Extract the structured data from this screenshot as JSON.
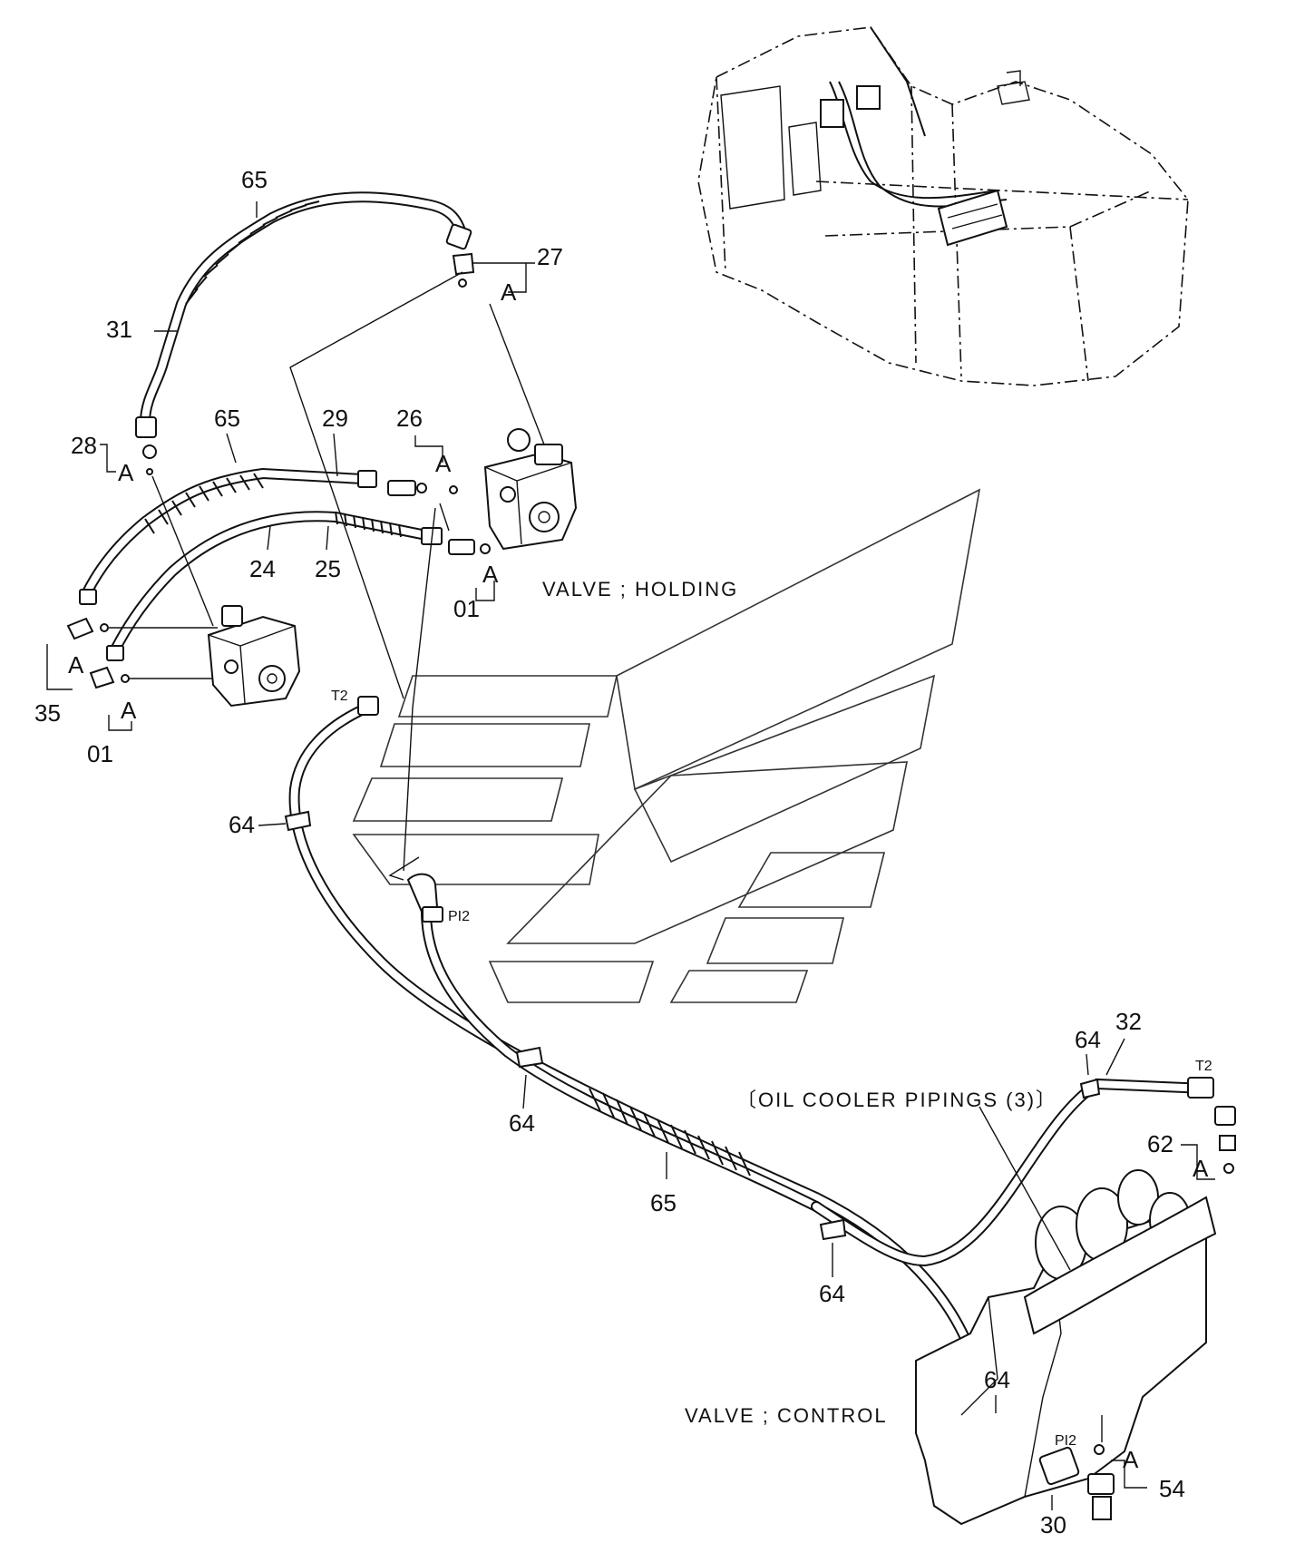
{
  "diagram": {
    "captions": {
      "valve_holding": "VALVE ; HOLDING",
      "valve_control": "VALVE ; CONTROL",
      "oil_cooler": "〔OIL COOLER PIPINGS (3)〕"
    },
    "port_labels": {
      "t2_upper": "T2",
      "pi2_middle": "PI2",
      "t2_lower": "T2",
      "pi2_lower": "PI2"
    },
    "group_letter": "A",
    "callouts": {
      "c65_top": "65",
      "c27": "27",
      "c31": "31",
      "c28": "28",
      "c65_mid": "65",
      "c29": "29",
      "c26": "26",
      "c24": "24",
      "c25": "25",
      "c01_right": "01",
      "c35": "35",
      "c01_left": "01",
      "c64_left": "64",
      "c64_mid": "64",
      "c65_low": "65",
      "c64_low": "64",
      "c64_top_right": "64",
      "c32": "32",
      "c62": "62",
      "c64_bottom": "64",
      "c54": "54",
      "c30": "30"
    }
  }
}
